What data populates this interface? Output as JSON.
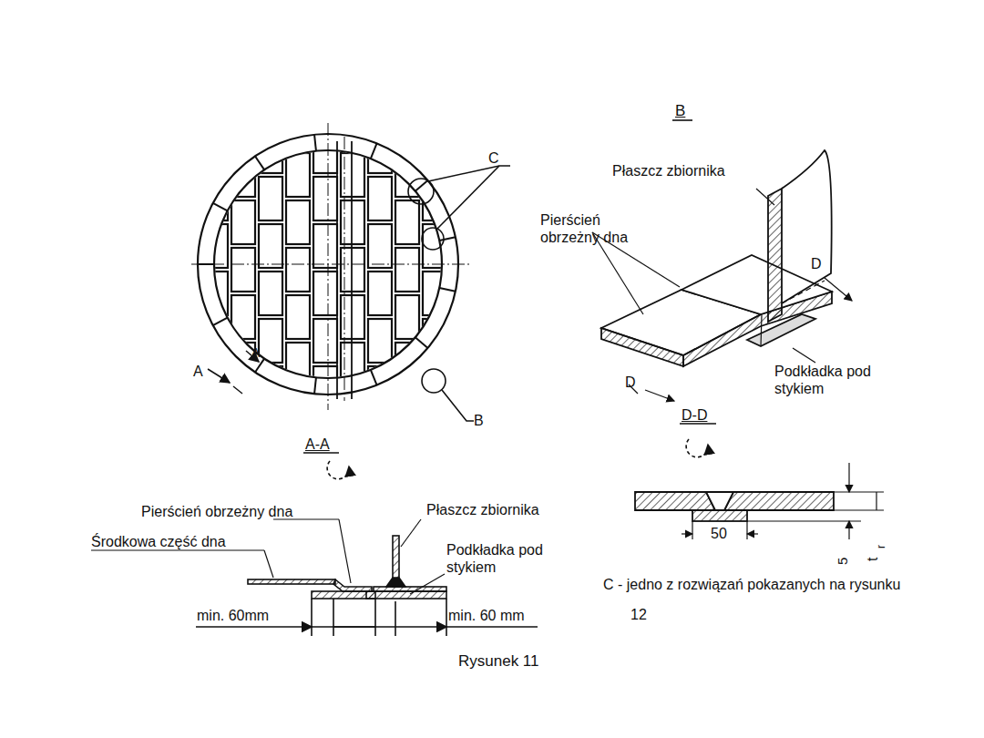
{
  "diagram": {
    "caption": "Rysunek 11",
    "labels": [
      "C",
      "B",
      "Płaszcz zbiornika",
      "Pierścień obrzeżny dna",
      "D",
      "A",
      "A",
      "B",
      "D",
      "Podkładka pod stykiem",
      "A-A",
      "D-D",
      "Pierścień obrzeżny dna",
      "Płaszcz zbiornika",
      "Środkowa część dna",
      "Podkładka pod stykiem",
      "min. 60mm",
      "min. 60 mm",
      "50",
      "5",
      "t",
      "r",
      "C - jedno z rozwiązań pokazanych na rysunku 12"
    ]
  }
}
